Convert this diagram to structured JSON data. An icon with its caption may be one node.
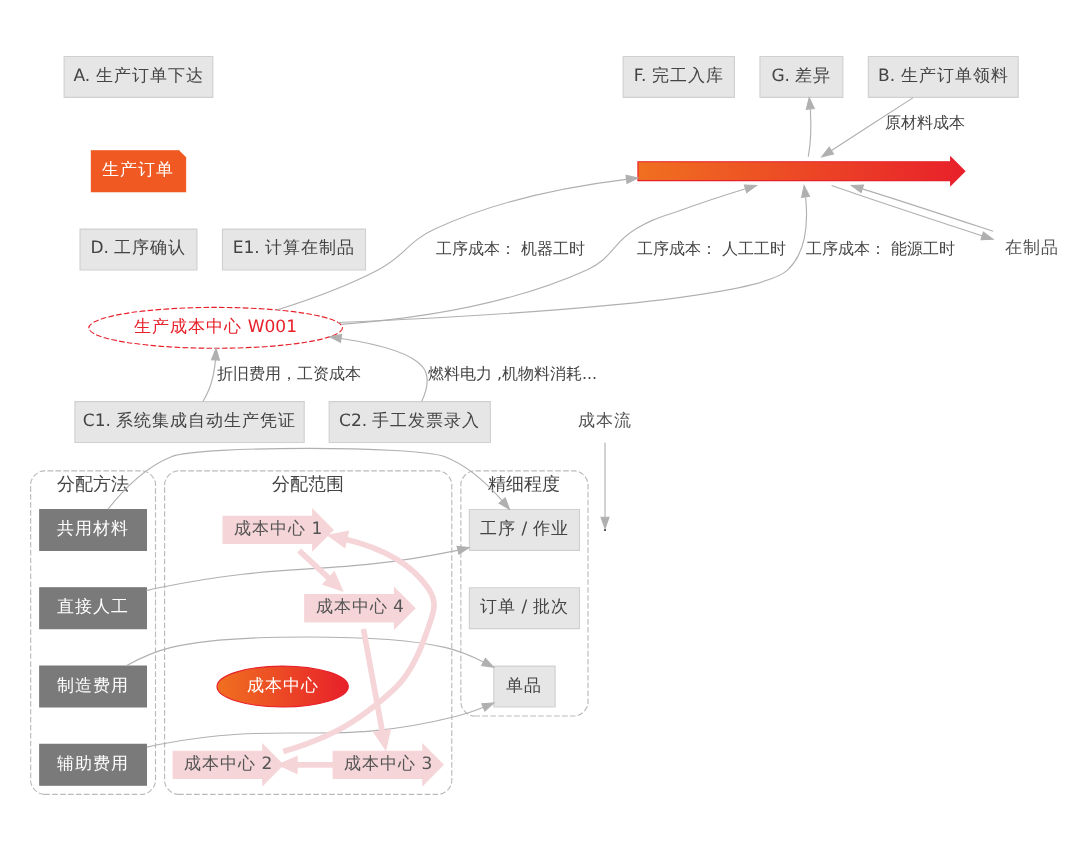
{
  "diagram": {
    "nodes": [
      {
        "text": [
          "生产订单"
        ]
      },
      {
        "text": [
          "A. 生产订单下达"
        ]
      },
      {
        "text": [
          "B. 生产订单领料"
        ]
      },
      {
        "text": [
          "D. 工序确认"
        ]
      },
      {
        "text": [
          "E1. 计算在制品"
        ]
      },
      {
        "text": [
          "F. 完工入库"
        ]
      },
      {
        "text": [
          "G. 差异"
        ]
      },
      {
        "text": [],
        "shape": "bar"
      },
      {
        "text": [
          "生产成本中心 W001"
        ]
      },
      {
        "text": [
          "C1. 系统集成自动生产凭证"
        ]
      },
      {
        "text": [
          "C2. 手工发票录入"
        ]
      },
      {
        "text": [
          "在制品"
        ]
      },
      {
        "text": [
          "分配方法"
        ]
      },
      {
        "text": [
          "共用材料"
        ],
        "in": 12
      },
      {
        "text": [
          "直接人工"
        ],
        "in": 12
      },
      {
        "text": [
          "制造费用"
        ],
        "in": 12
      },
      {
        "text": [
          "辅助费用"
        ],
        "in": 12
      },
      {
        "text": [
          "分配范围"
        ]
      },
      {
        "text": [
          "成本中心 1"
        ],
        "in": 17
      },
      {
        "text": [
          "成本中心 4"
        ],
        "in": 17
      },
      {
        "text": [
          "成本中心"
        ],
        "in": 17
      },
      {
        "text": [
          "成本中心 2"
        ],
        "in": 17
      },
      {
        "text": [
          "成本中心 3"
        ],
        "in": 17
      },
      {
        "text": [
          "精细程度"
        ]
      },
      {
        "text": [
          "工序 / 作业"
        ],
        "in": 23
      },
      {
        "text": [
          "订单 / 批次"
        ],
        "in": 23
      },
      {
        "text": [
          "单品"
        ],
        "in": 23
      }
    ],
    "edges": [
      {
        "from": 2,
        "to": 7,
        "arrow": "to",
        "label": "原材料成本"
      },
      {
        "from": 8,
        "to": 7,
        "arrow": "to",
        "label": "工序成本： 机器工时"
      },
      {
        "from": 8,
        "to": 7,
        "arrow": "to",
        "label": "工序成本： 人工工时"
      },
      {
        "from": 8,
        "to": 7,
        "arrow": "to",
        "label": "工序成本： 能源工时"
      },
      {
        "from": 7,
        "to": 11,
        "arrow": "to"
      },
      {
        "from": 11,
        "to": 7,
        "arrow": "to"
      },
      {
        "from": 7,
        "to": 6,
        "arrow": "to"
      },
      {
        "from": 9,
        "to": 8,
        "arrow": "to",
        "label": "折旧费用，工资成本"
      },
      {
        "from": 10,
        "to": 8,
        "arrow": "to",
        "label": "燃料电力 ,机物料消耗..."
      },
      {
        "from": 18,
        "to": 19,
        "arrow": "to",
        "style": "thick",
        "color": "#f5d5d8"
      },
      {
        "from": 19,
        "to": 22,
        "arrow": "to",
        "style": "thick",
        "color": "#f5d5d8"
      },
      {
        "from": 22,
        "to": 21,
        "arrow": "to",
        "style": "thick",
        "color": "#f5d5d8"
      },
      {
        "from": 21,
        "to": 18,
        "arrow": "to",
        "style": "thick",
        "color": "#f5d5d8"
      },
      {
        "from": 13,
        "to": 24,
        "arrow": "to"
      },
      {
        "from": 14,
        "to": 24,
        "arrow": "to"
      },
      {
        "from": 15,
        "to": 26,
        "arrow": "to"
      },
      {
        "from": 16,
        "to": 26,
        "arrow": "to"
      }
    ],
    "legend": [
      {
        "text": "成本流"
      }
    ]
  }
}
